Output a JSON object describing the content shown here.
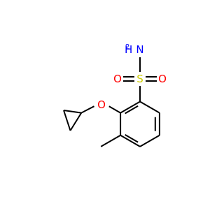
{
  "molecule": {
    "atoms": {
      "nitrogen": "N",
      "hydrogen2": "H",
      "sulfur": "S",
      "oxygen_left": "O",
      "oxygen_right": "O",
      "oxygen_ether": "O"
    },
    "colors": {
      "bond": "#000000",
      "nitrogen": "#0000FF",
      "sulfur": "#CCCC00",
      "oxygen": "#FF0000"
    }
  }
}
